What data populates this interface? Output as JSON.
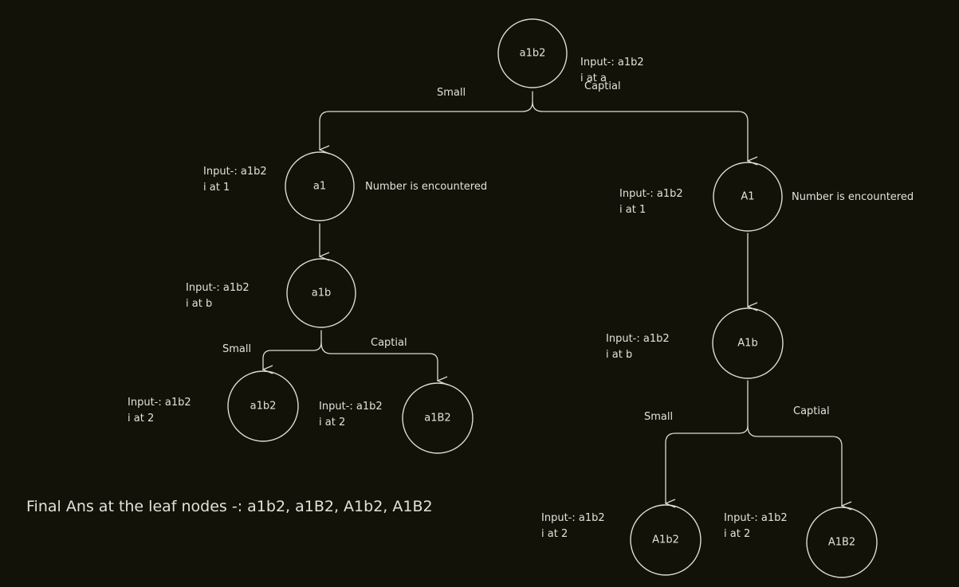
{
  "nodes": {
    "root": "a1b2",
    "a1": "a1",
    "a1b": "a1b",
    "a1b2_leaf": "a1b2",
    "a1B2_leaf": "a1B2",
    "A1": "A1",
    "A1b": "A1b",
    "A1b2_leaf": "A1b2",
    "A1B2_leaf": "A1B2"
  },
  "annotations": {
    "input": "Input-: a1b2",
    "i_at_a": "i at a",
    "i_at_1": "i at 1",
    "i_at_b": "i at b",
    "i_at_2": "i at 2",
    "number_encountered": "Number is encountered"
  },
  "edge_labels": {
    "small": "Small",
    "capital": "Captial"
  },
  "final_answer": "Final Ans at the leaf nodes -: a1b2, a1B2, A1b2, A1B2"
}
